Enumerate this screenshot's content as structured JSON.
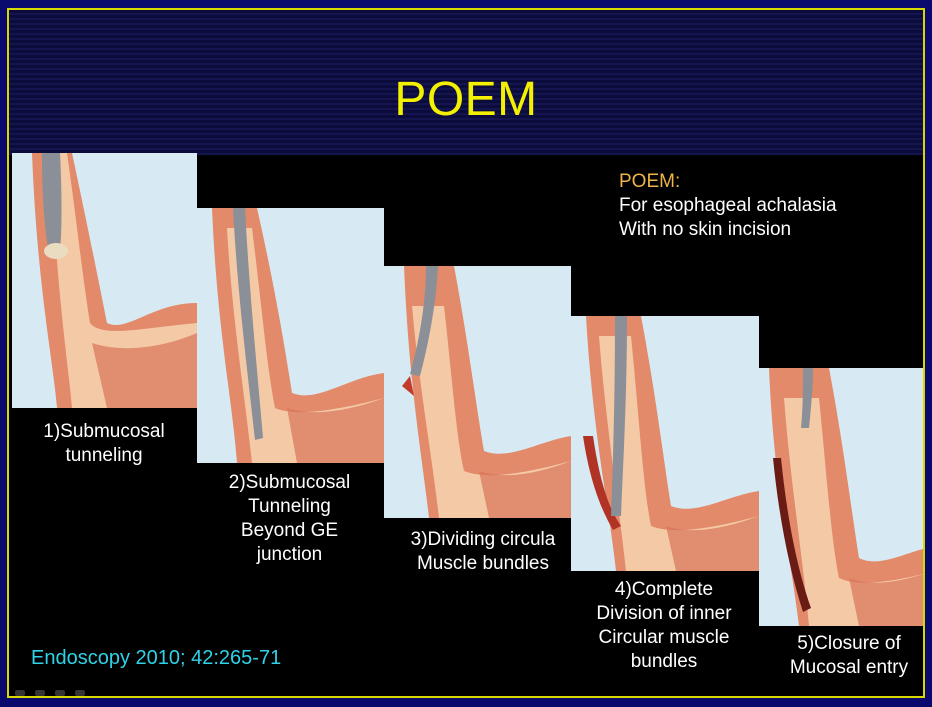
{
  "title": "POEM",
  "note": {
    "heading": "POEM:",
    "line1": "For esophageal achalasia",
    "line2": "With no skin incision"
  },
  "steps": [
    {
      "line1": "1)Submucosal",
      "line2": "tunneling"
    },
    {
      "line1": "2)Submucosal",
      "line2": "Tunneling",
      "line3": "Beyond GE",
      "line4": "junction"
    },
    {
      "line1": "3)Dividing circula",
      "line2": "Muscle bundles"
    },
    {
      "line1": "4)Complete",
      "line2": "Division of inner",
      "line3": "Circular muscle",
      "line4": "bundles"
    },
    {
      "line1": "5)Closure of",
      "line2": "Mucosal entry"
    }
  ],
  "citation": "Endoscopy 2010; 42:265-71",
  "colors": {
    "title": "#f3f000",
    "note_heading": "#f0b448",
    "citation": "#2fd2e6",
    "panel_bg": "#d7eaf3",
    "muscle": "#e28a6a",
    "mucosa": "#f4c9a6",
    "scope": "#8a8f98"
  }
}
